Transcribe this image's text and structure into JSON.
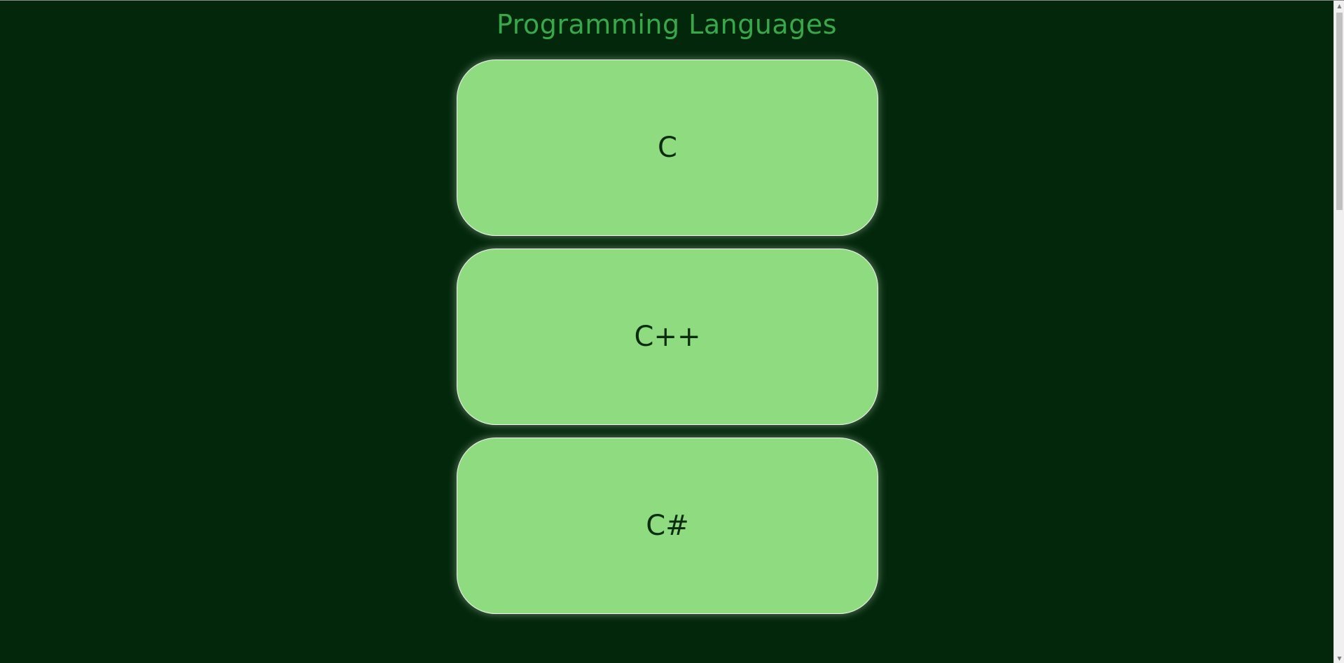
{
  "page": {
    "title": "Programming Languages"
  },
  "cards": [
    {
      "label": "C"
    },
    {
      "label": "C++"
    },
    {
      "label": "C#"
    }
  ],
  "colors": {
    "background": "#03270b",
    "title": "#37a94a",
    "card": "#8fdb80",
    "card_text": "#0b2c10"
  },
  "scrollbar": {
    "up_icon": "chevron-up-icon",
    "down_icon": "chevron-down-icon"
  }
}
